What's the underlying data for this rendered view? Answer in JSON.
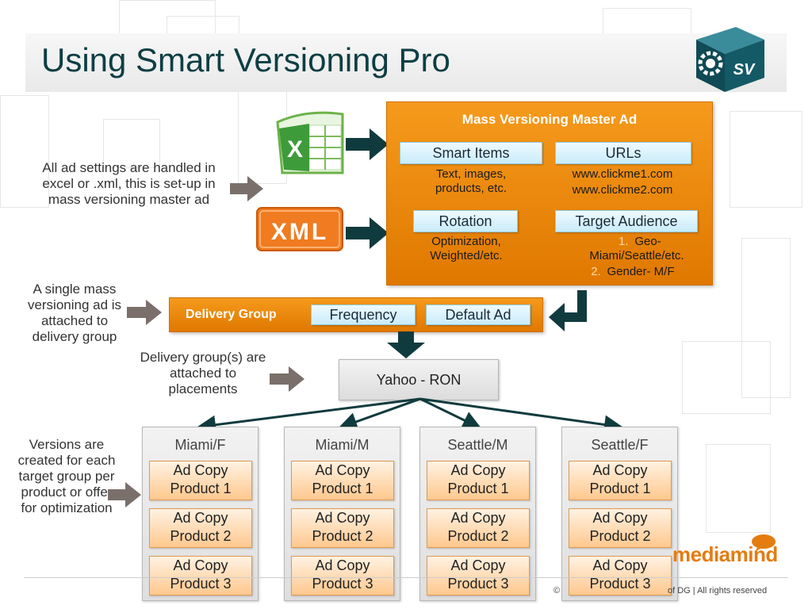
{
  "title": "Using Smart Versioning Pro",
  "colors": {
    "accent_orange": "#e88a10",
    "title_teal": "#0d3e43",
    "arrow_dark": "#103b3e",
    "chip_blue": "#d8f2fc",
    "adcopy_peach": "#ffd9b0"
  },
  "icons": {
    "logo": "sv-cube-icon",
    "excel": "excel-icon",
    "xml": "xml-icon"
  },
  "xml_label": "XML",
  "sv_label": "SV",
  "notes": {
    "settings": "All ad settings are handled in excel or .xml, this is set-up in mass versioning master ad",
    "single": "A single mass versioning ad is attached to delivery group",
    "placements": "Delivery group(s) are attached to placements",
    "versions": "Versions are created for each target group per product or offer for optimization"
  },
  "master": {
    "title": "Mass Versioning Master Ad",
    "smart_items": {
      "label": "Smart Items",
      "desc": "Text, images, products, etc."
    },
    "urls": {
      "label": "URLs",
      "line1": "www.clickme1.com",
      "line2": "www.clickme2.com"
    },
    "rotation": {
      "label": "Rotation",
      "desc": "Optimization, Weighted/etc."
    },
    "target": {
      "label": "Target Audience",
      "items": [
        {
          "num": "1.",
          "text": "Geo- Miami/Seattle/etc."
        },
        {
          "num": "2.",
          "text": "Gender- M/F"
        }
      ]
    }
  },
  "delivery_group": {
    "label": "Delivery Group",
    "frequency": "Frequency",
    "default_ad": "Default Ad"
  },
  "placement": "Yahoo - RON",
  "groups": [
    {
      "label": "Miami/F",
      "ads": [
        [
          "Ad Copy",
          "Product 1"
        ],
        [
          "Ad Copy",
          "Product 2"
        ],
        [
          "Ad Copy",
          "Product 3"
        ]
      ]
    },
    {
      "label": "Miami/M",
      "ads": [
        [
          "Ad Copy",
          "Product 1"
        ],
        [
          "Ad Copy",
          "Product 2"
        ],
        [
          "Ad Copy",
          "Product 3"
        ]
      ]
    },
    {
      "label": "Seattle/M",
      "ads": [
        [
          "Ad Copy",
          "Product 1"
        ],
        [
          "Ad Copy",
          "Product 2"
        ],
        [
          "Ad Copy",
          "Product 3"
        ]
      ]
    },
    {
      "label": "Seattle/F",
      "ads": [
        [
          "Ad Copy",
          "Product 1"
        ],
        [
          "Ad Copy",
          "Product 2"
        ],
        [
          "Ad Copy",
          "Product 3"
        ]
      ]
    }
  ],
  "footer": {
    "logo": "mediamind",
    "copyright_left": "©",
    "copyright_right": "of DG | All rights reserved"
  }
}
